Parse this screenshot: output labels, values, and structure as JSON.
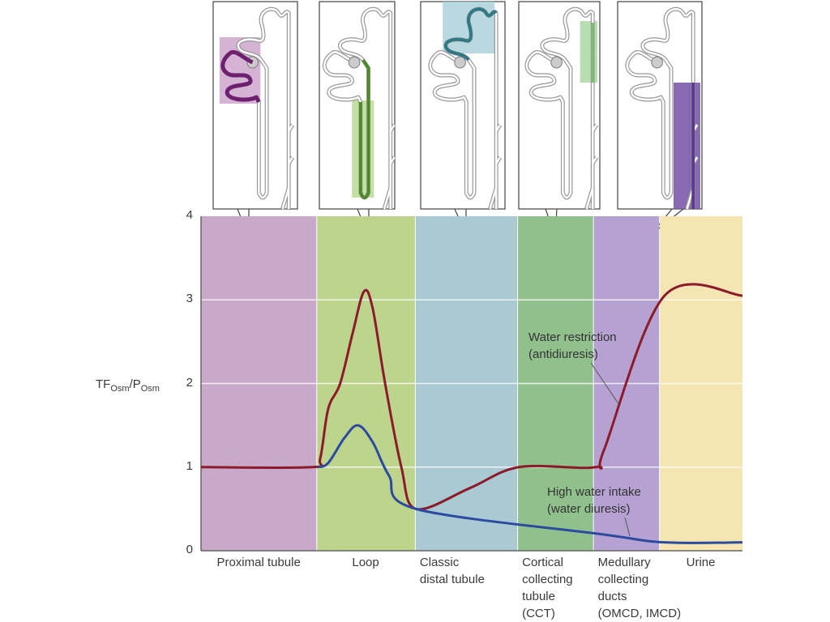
{
  "chart_data": {
    "type": "line",
    "title": "",
    "xlabel": "",
    "ylabel": {
      "main1": "TF",
      "sub1": "Osm",
      "main2": "/P",
      "sub2": "Osm"
    },
    "ylim": [
      0,
      4
    ],
    "yticks": [
      "0",
      "1",
      "2",
      "3",
      "4"
    ],
    "xlim": [
      0,
      100
    ],
    "grid": true,
    "segments": [
      {
        "name": "Proximal tubule",
        "lines": [
          "Proximal tubule"
        ],
        "range": [
          0,
          21.3
        ],
        "color": "#c9a9c9"
      },
      {
        "name": "Loop",
        "lines": [
          "Loop"
        ],
        "range": [
          21.3,
          39.5
        ],
        "color": "#bdd48c"
      },
      {
        "name": "Classic distal tubule",
        "lines": [
          "Classic",
          "distal tubule"
        ],
        "range": [
          39.5,
          58.4
        ],
        "color": "#a9c9d3"
      },
      {
        "name": "Cortical collecting tubule (CCT)",
        "lines": [
          "Cortical",
          "collecting",
          "tubule",
          "(CCT)"
        ],
        "range": [
          58.4,
          72.4
        ],
        "color": "#90c08c"
      },
      {
        "name": "Medullary collecting ducts (OMCD, IMCD)",
        "lines": [
          "Medullary",
          "collecting",
          "ducts",
          "(OMCD, IMCD)"
        ],
        "range": [
          72.4,
          84.6
        ],
        "color": "#b6a2d2"
      },
      {
        "name": "Urine",
        "lines": [
          "Urine"
        ],
        "range": [
          84.6,
          100
        ],
        "color": "#f4e5b2"
      }
    ],
    "series": [
      {
        "name": "Water restriction (antidiuresis)",
        "label_lines": [
          "Water restriction",
          "(antidiuresis)"
        ],
        "color": "#8b1a2b",
        "x": [
          0,
          20.5,
          22,
          23.5,
          25.7,
          28,
          30.1,
          31.7,
          34,
          37,
          39.7,
          49.7,
          58.7,
          72.9,
          74.4,
          85.6,
          100
        ],
        "y": [
          1,
          1,
          1.1,
          1.7,
          2.0,
          2.6,
          3.1,
          2.9,
          2.0,
          1.0,
          0.5,
          0.75,
          1.0,
          1.0,
          1.2,
          3.05,
          3.05
        ]
      },
      {
        "name": "High water intake (water diuresis)",
        "label_lines": [
          "High water intake",
          "(water diuresis)"
        ],
        "color": "#2c4aa0",
        "x": [
          21.6,
          23.5,
          26.5,
          29,
          31.7,
          34.7,
          39.7,
          73.7,
          85.6,
          100
        ],
        "y": [
          1,
          1.05,
          1.35,
          1.5,
          1.3,
          0.9,
          0.5,
          0.2,
          0.1,
          0.1
        ]
      }
    ]
  },
  "nephron_panels": [
    {
      "segment": "Proximal tubule",
      "highlight": "#c9a0c9",
      "stroke": "#6e1f6e"
    },
    {
      "segment": "Loop",
      "highlight": "#b5d88e",
      "stroke": "#4f8a2a"
    },
    {
      "segment": "Classic distal tubule",
      "highlight": "#a7cfd8",
      "stroke": "#2f7a86"
    },
    {
      "segment": "Cortical collecting tubule (CCT)",
      "highlight": "#a8d3a0",
      "stroke": "#7fb977"
    },
    {
      "segment": "Medullary collecting ducts (OMCD, IMCD)",
      "highlight": "#7a5aa8",
      "stroke": "#5a3a8a"
    }
  ]
}
